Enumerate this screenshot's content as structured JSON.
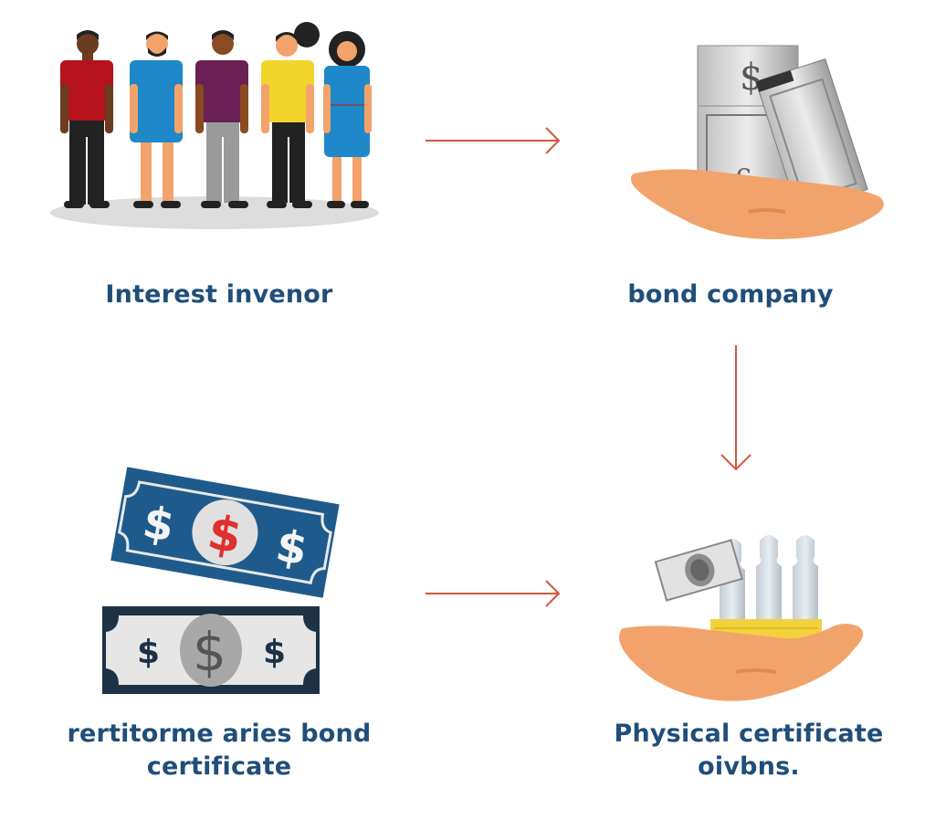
{
  "diagram": {
    "type": "flow",
    "nodes": [
      {
        "id": "investors",
        "label": "Interest invenor",
        "icon": "people-group-icon"
      },
      {
        "id": "company",
        "label": "bond company",
        "icon": "hand-holding-money-icon"
      },
      {
        "id": "certificate",
        "label_line1": "rertitorme aries bond",
        "label_line2": "certificate",
        "icon": "banknotes-icon"
      },
      {
        "id": "physical",
        "label_line1": "Physical certificate",
        "label_line2": "oivbns.",
        "icon": "hand-holding-certificates-icon"
      }
    ],
    "edges": [
      {
        "from": "investors",
        "to": "company",
        "direction": "right"
      },
      {
        "from": "company",
        "to": "physical",
        "direction": "down"
      },
      {
        "from": "certificate",
        "to": "physical",
        "direction": "right"
      }
    ]
  },
  "colors": {
    "label_text": "#1f4e79",
    "arrow": "#d4563e",
    "skin": "#f2a36b",
    "note_blue": "#1f5a8c",
    "note_dark": "#1e3246",
    "coin_gold": "#f2d23c"
  }
}
